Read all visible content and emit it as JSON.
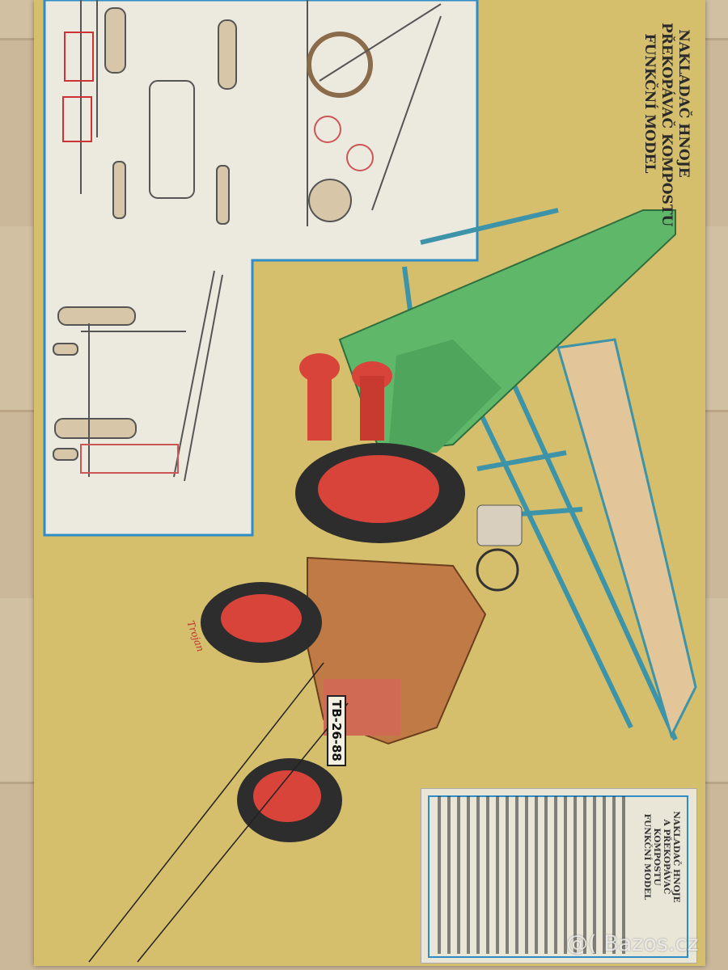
{
  "poster": {
    "title_lines": [
      "NAKLADAČ HNOJE",
      "PŘEKOPÁVAČ KOMPOSTU",
      "FUNKČNÍ MODEL"
    ],
    "license_plate": "TB-26-88",
    "signature": "Trojan"
  },
  "legend": {
    "title_lines": [
      "NAKLADAČ HNOJE",
      "A PŘEKOPÁVAČ KOMPOSTU",
      "FUNKČNÍ MODEL"
    ]
  },
  "watermark": "@( Bazos.cz",
  "colors": {
    "poster_background": "#d6bf6c",
    "conveyor_frame": "#3d93a8",
    "hopper": "#5fb86a",
    "tractor_body": "#c07a45",
    "wheel_hub": "#d8433a",
    "inset_border": "#2f8cc4"
  }
}
